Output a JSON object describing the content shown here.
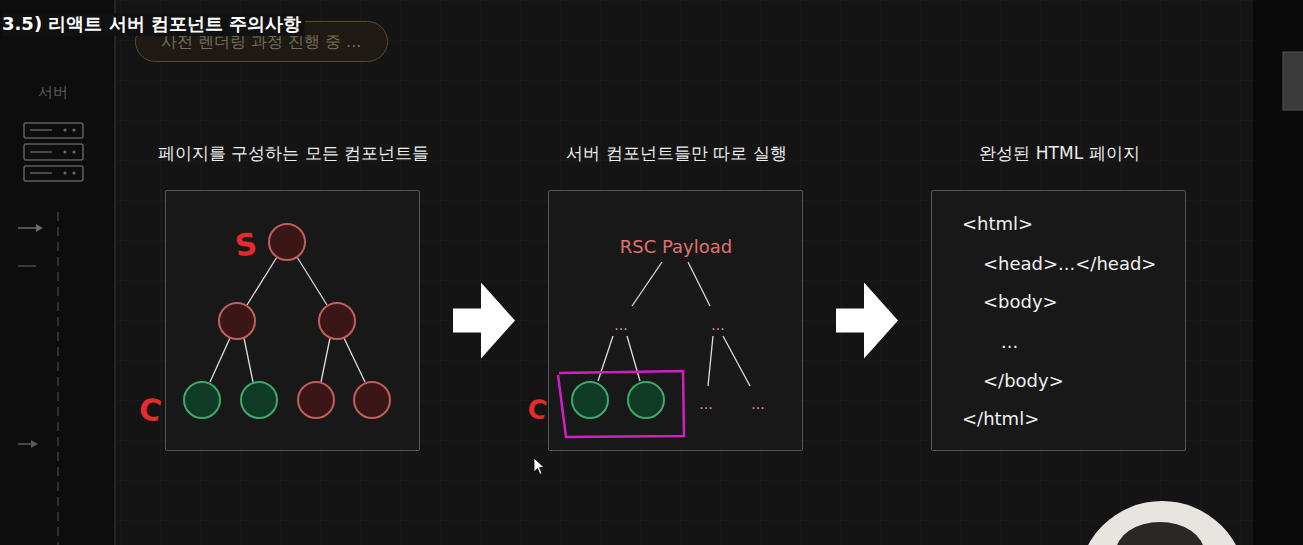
{
  "diagram": {
    "title": "3.5) 리액트 서버 컴포넌트 주의사항",
    "nodes": [
      {
        "text": [
          "사전 렌더링 과정 진행 중 ..."
        ]
      },
      {
        "text": [
          "페이지를 구성하는 모든 컴포넌트들"
        ]
      },
      {
        "text": [
          "서버 컴포넌트들만 따로 실행",
          "RSC Payload",
          "...",
          "...",
          "...",
          "..."
        ]
      },
      {
        "text": [
          "완성된 HTML 페이지",
          "<html>",
          "<head>...</head>",
          "<body>",
          "...",
          "</body>",
          "</html>"
        ]
      }
    ],
    "edges": [
      {
        "from": 1,
        "to": 2,
        "arrow": "to"
      },
      {
        "from": 2,
        "to": 3,
        "arrow": "to"
      }
    ],
    "labels": [
      "서버",
      "S",
      "C",
      "C"
    ]
  }
}
